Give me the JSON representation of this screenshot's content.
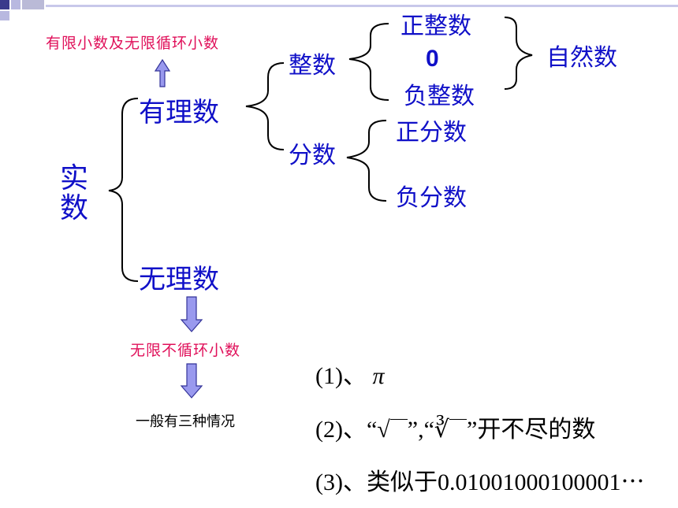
{
  "root": {
    "line1": "实",
    "line2": "数"
  },
  "rational": {
    "label": "有理数",
    "note": "有限小数及无限循环小数",
    "integer": {
      "label": "整数",
      "positive": "正整数",
      "zero": "0",
      "negative": "负整数",
      "natural": "自然数"
    },
    "fraction": {
      "label": "分数",
      "positive": "正分数",
      "negative": "负分数"
    }
  },
  "irrational": {
    "label": "无理数",
    "note": "无限不循环小数",
    "cases": "一般有三种情况",
    "items": [
      {
        "num": "(1)、",
        "text": "π"
      },
      {
        "num": "(2)、",
        "q1": "“√",
        "mid": "”,",
        "q2": "“∛",
        "end": "”开不尽的数"
      },
      {
        "num": "(3)、",
        "text": "类似于0.01001000100001⋯"
      }
    ]
  },
  "colors": {
    "blue": "#1010c8",
    "pink": "#e0105a",
    "arrow_fill": "#9999ee",
    "arrow_stroke": "#333399",
    "corner_dark": "#3a3a8c",
    "corner_light": "#b8b8e0"
  }
}
